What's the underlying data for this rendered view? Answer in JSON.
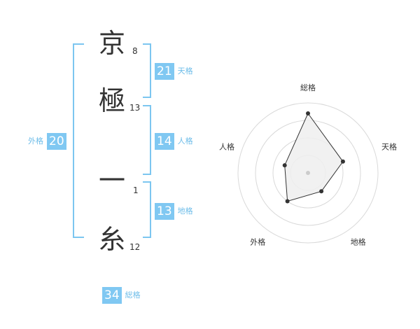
{
  "name_chars": [
    {
      "char": "京",
      "strokes": "8"
    },
    {
      "char": "極",
      "strokes": "13"
    },
    {
      "char": "一",
      "strokes": "1"
    },
    {
      "char": "糸",
      "strokes": "12"
    }
  ],
  "fortunes": {
    "tenkaku": {
      "label": "天格",
      "value": "21"
    },
    "jinkaku": {
      "label": "人格",
      "value": "14"
    },
    "chikaku": {
      "label": "地格",
      "value": "13"
    },
    "gaikaku": {
      "label": "外格",
      "value": "20"
    },
    "soukaku": {
      "label": "総格",
      "value": "34"
    }
  },
  "colors": {
    "accent": "#80c8f2",
    "label": "#6ebde9",
    "bracket": "#7cc6f0"
  },
  "chart_data": {
    "type": "radar",
    "axes": [
      "総格",
      "天格",
      "地格",
      "外格",
      "人格"
    ],
    "values": [
      34,
      21,
      13,
      20,
      14
    ],
    "rings": 4
  }
}
